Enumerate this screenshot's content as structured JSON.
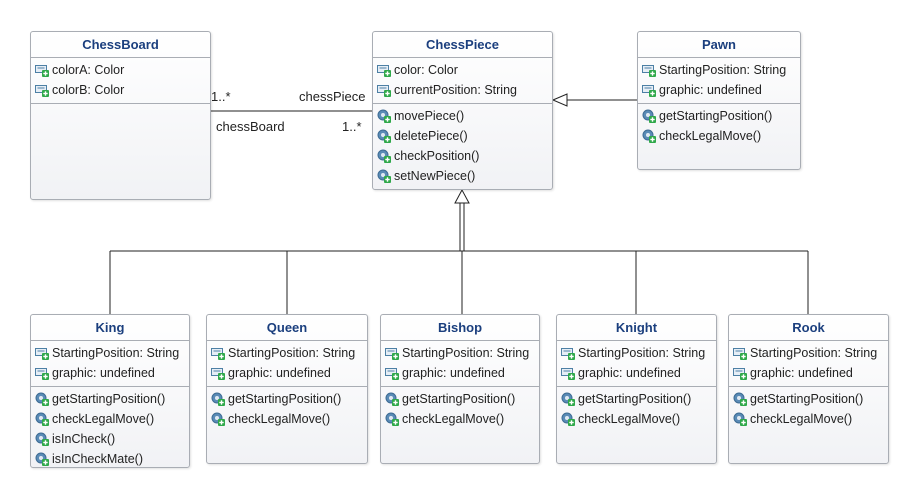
{
  "colors": {
    "title": "#1b3f7e",
    "border": "#a9adb4",
    "line": "#222222",
    "attr_icon": "#4d80a5",
    "op_icon": "#5a8bb6",
    "plus": "#2fa84a"
  },
  "icons": {
    "attribute": "field-icon",
    "operation": "method-icon"
  },
  "classes": {
    "chessboard": {
      "name": "ChessBoard",
      "attributes": [
        "colorA: Color",
        "colorB: Color"
      ],
      "operations": []
    },
    "chesspiece": {
      "name": "ChessPiece",
      "attributes": [
        "color: Color",
        "currentPosition: String"
      ],
      "operations": [
        "movePiece()",
        "deletePiece()",
        "checkPosition()",
        "setNewPiece()"
      ]
    },
    "pawn": {
      "name": "Pawn",
      "attributes": [
        "StartingPosition: String",
        "graphic: undefined"
      ],
      "operations": [
        "getStartingPosition()",
        "checkLegalMove()"
      ]
    },
    "king": {
      "name": "King",
      "attributes": [
        "StartingPosition: String",
        "graphic: undefined"
      ],
      "operations": [
        "getStartingPosition()",
        "checkLegalMove()",
        "isInCheck()",
        "isInCheckMate()"
      ]
    },
    "queen": {
      "name": "Queen",
      "attributes": [
        "StartingPosition: String",
        "graphic: undefined"
      ],
      "operations": [
        "getStartingPosition()",
        "checkLegalMove()"
      ]
    },
    "bishop": {
      "name": "Bishop",
      "attributes": [
        "StartingPosition: String",
        "graphic: undefined"
      ],
      "operations": [
        "getStartingPosition()",
        "checkLegalMove()"
      ]
    },
    "knight": {
      "name": "Knight",
      "attributes": [
        "StartingPosition: String",
        "graphic: undefined"
      ],
      "operations": [
        "getStartingPosition()",
        "checkLegalMove()"
      ]
    },
    "rook": {
      "name": "Rook",
      "attributes": [
        "StartingPosition: String",
        "graphic: undefined"
      ],
      "operations": [
        "getStartingPosition()",
        "checkLegalMove()"
      ]
    }
  },
  "association": {
    "board_multiplicity": "1..*",
    "board_role": "chessPiece",
    "piece_role": "chessBoard",
    "piece_multiplicity": "1..*"
  }
}
